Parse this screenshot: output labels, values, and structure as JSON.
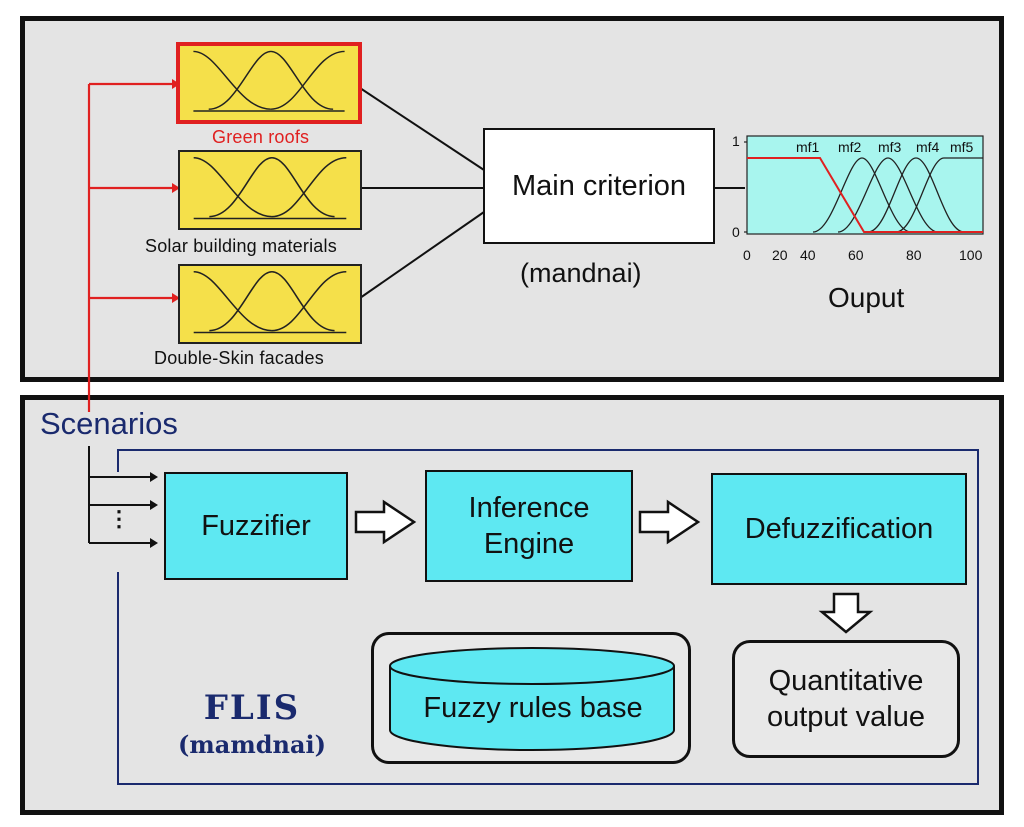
{
  "inputs": [
    {
      "label": "Green roofs",
      "highlighted": true
    },
    {
      "label": "Solar building materials",
      "highlighted": false
    },
    {
      "label": "Double-Skin facades",
      "highlighted": false
    }
  ],
  "main_criterion": {
    "label": "Main criterion",
    "sublabel": "(mandnai)"
  },
  "output_chart": {
    "title": "Ouput",
    "mf_labels": [
      "mf1",
      "mf2",
      "mf3",
      "mf4",
      "mf5"
    ],
    "x_ticks": [
      "0",
      "20",
      "40",
      "60",
      "80",
      "100"
    ],
    "y_ticks": [
      "1",
      "0"
    ]
  },
  "scenarios": {
    "label": "Scenarios",
    "dots": "⋮"
  },
  "flis": {
    "fuzzifier": "Fuzzifier",
    "inference_line1": "Inference",
    "inference_line2": "Engine",
    "defuzzification": "Defuzzification",
    "rules_base": "Fuzzy rules base",
    "output_line1": "Quantitative",
    "output_line2": "output value",
    "title_line1": "FLIS",
    "title_line2": "(mamdnai)"
  },
  "colors": {
    "panel_bg": "#e4e4e4",
    "yellow": "#f5e04a",
    "cyan": "#5ee8f2",
    "chart_bg": "#a8f5ee",
    "red": "#e02020",
    "navy": "#1a2a6e"
  }
}
